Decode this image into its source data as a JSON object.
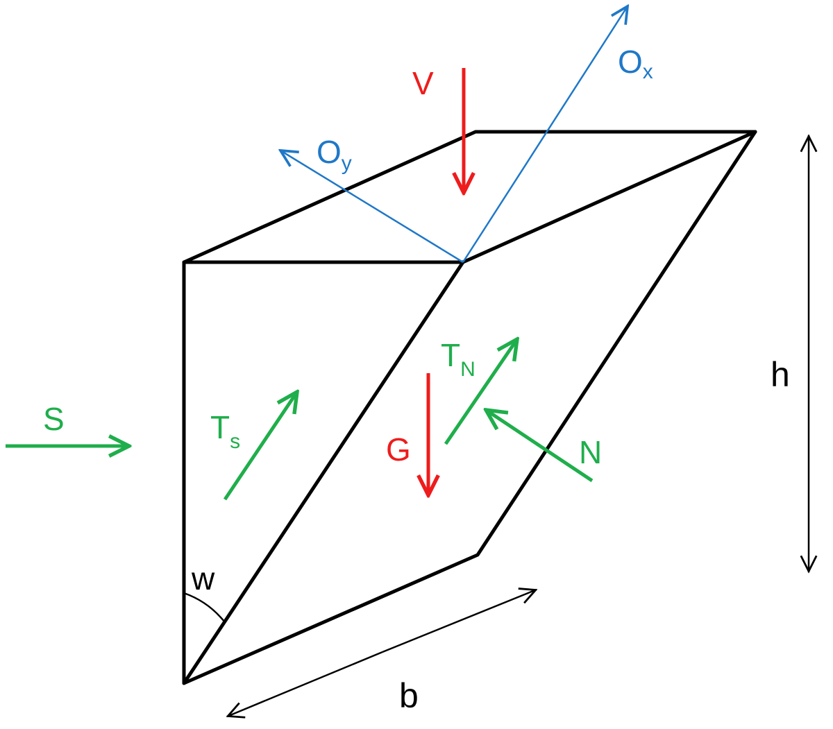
{
  "colors": {
    "edges": "#000000",
    "force_green": "#1fae4b",
    "force_red": "#ee1c1c",
    "axis_blue": "#1f78c8"
  },
  "labels": {
    "V": "V",
    "O_x_main": "O",
    "O_x_sub": "x",
    "O_y_main": "O",
    "O_y_sub": "y",
    "S": "S",
    "T_s_main": "T",
    "T_s_sub": "s",
    "T_N_main": "T",
    "T_N_sub": "N",
    "G": "G",
    "N": "N",
    "h": "h",
    "b": "b",
    "w": "w"
  }
}
